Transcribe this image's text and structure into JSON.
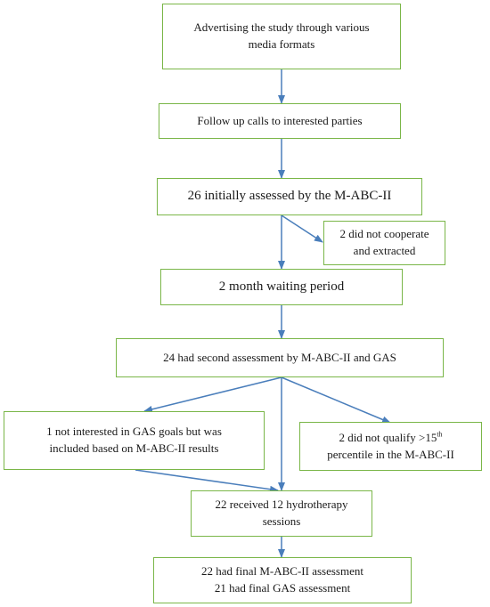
{
  "flowchart": {
    "advertising": [
      "Advertising the study through various",
      "media formats"
    ],
    "follow_up": "Follow up calls to interested parties",
    "initial": "26 initially assessed by the M-ABC-II",
    "not_cooperate": [
      "2 did not cooperate",
      "and extracted"
    ],
    "waiting": "2 month waiting period",
    "second": "24 had second assessment by M-ABC-II and GAS",
    "not_interested": [
      "1 not interested in GAS goals but was",
      "included based on M-ABC-II results"
    ],
    "not_qualify": {
      "line1_pre": "2 did not qualify >15",
      "line1_sup": "th",
      "line2": "percentile in the M-ABC-II"
    },
    "hydro": [
      "22 received 12 hydrotherapy",
      "sessions"
    ],
    "final": [
      "22 had final M-ABC-II assessment",
      "21 had final GAS assessment"
    ]
  },
  "colors": {
    "box_border": "#7ab648",
    "arrow": "#4a7ebb"
  }
}
